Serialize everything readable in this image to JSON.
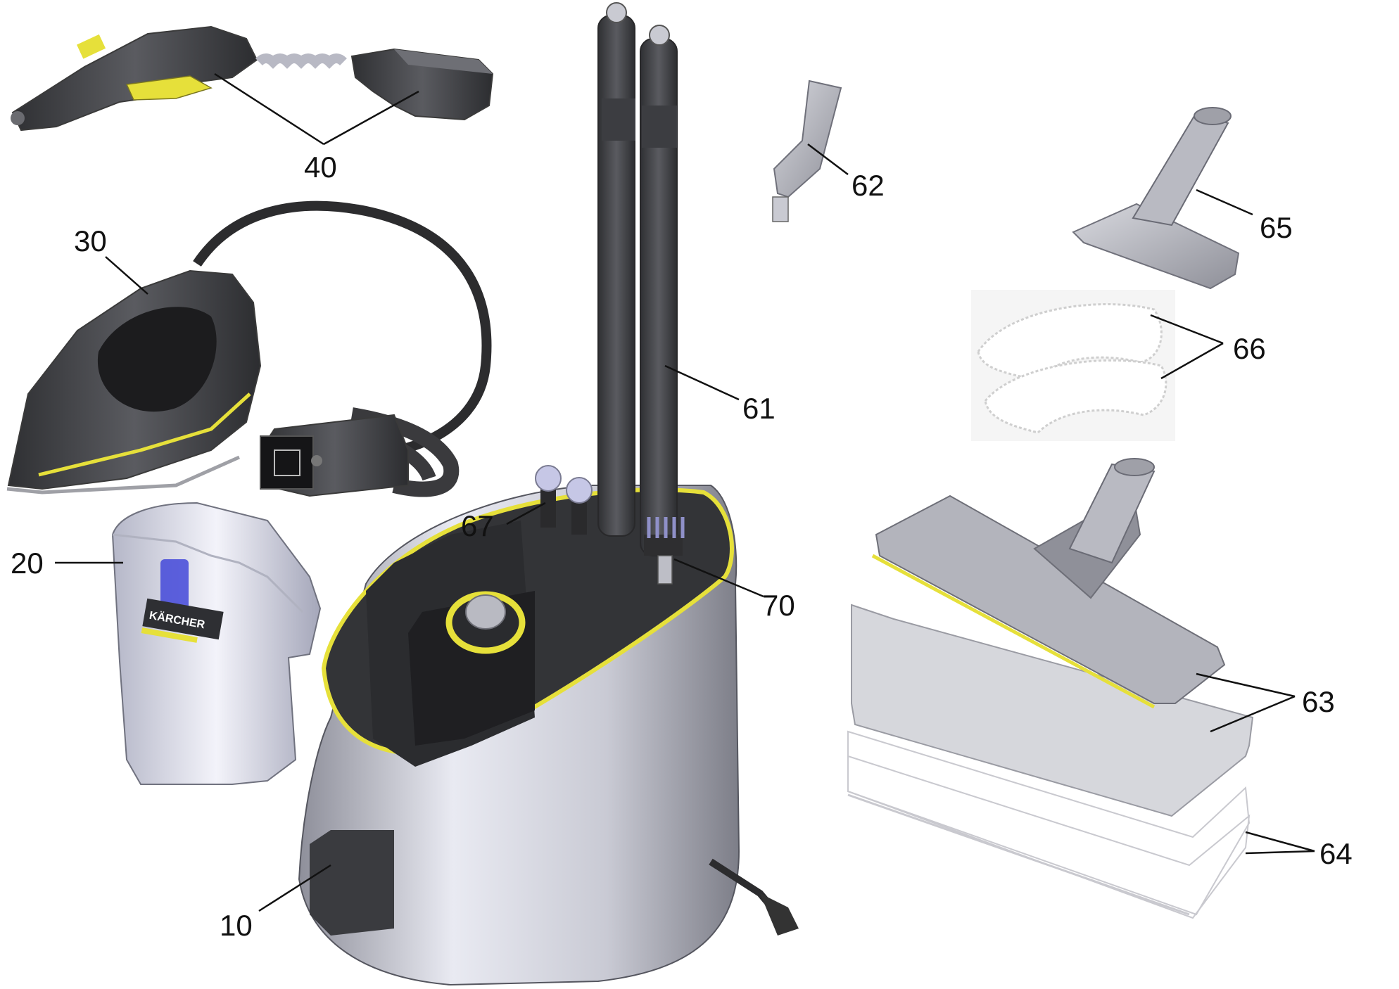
{
  "callouts": {
    "c10": "10",
    "c20": "20",
    "c30": "30",
    "c40": "40",
    "c61": "61",
    "c62": "62",
    "c63": "63",
    "c64": "64",
    "c65": "65",
    "c66": "66",
    "c67": "67",
    "c70": "70"
  },
  "logo_text": "KÄRCHER",
  "colors": {
    "accent_yellow": "#e6e03a",
    "dark_plastic": "#4a4b4f",
    "light_plastic": "#cfd0d6",
    "chrome": "#e4e5ee",
    "cloth": "#f4f4f4"
  }
}
